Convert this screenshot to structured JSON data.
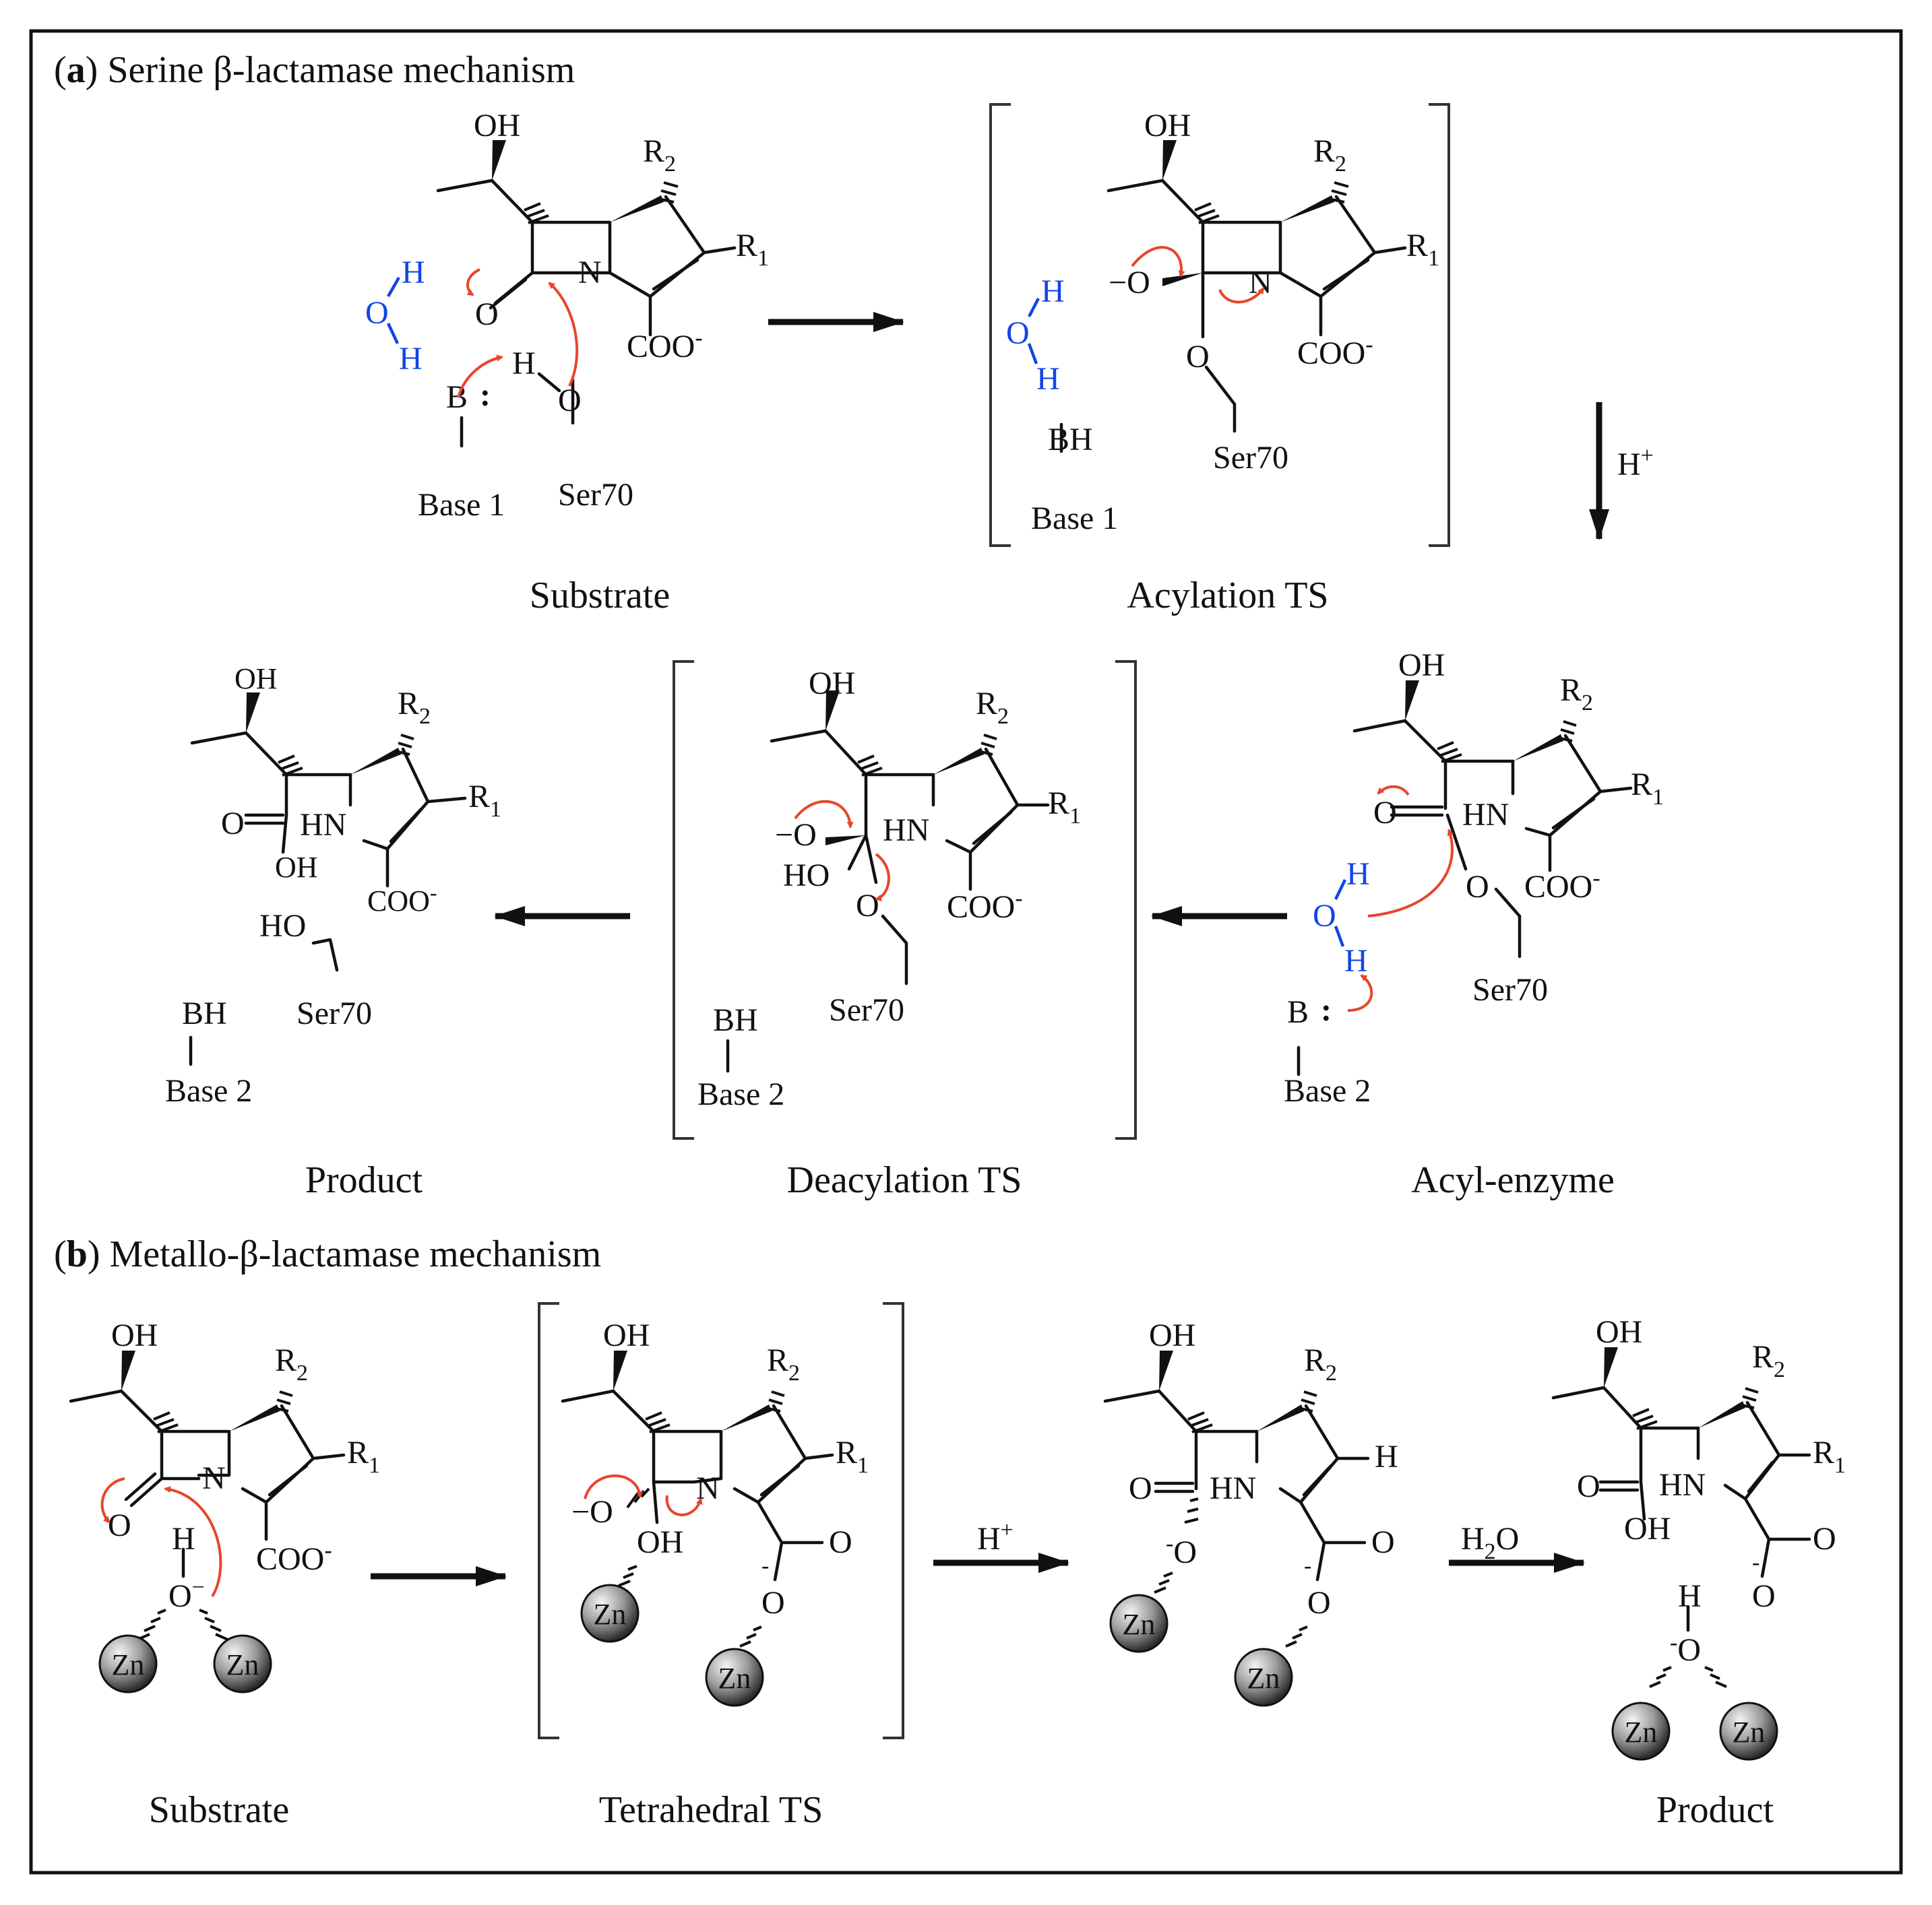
{
  "panel_a": {
    "letter": "a",
    "title": "Serine β-lactamase mechanism",
    "captions": {
      "substrate": "Substrate",
      "acylation_ts": "Acylation TS",
      "acyl_enzyme": "Acyl-enzyme",
      "deacylation_ts": "Deacylation TS",
      "product": "Product"
    },
    "step_label": "H+"
  },
  "panel_b": {
    "letter": "b",
    "title": "Metallo-β-lactamase mechanism",
    "captions": {
      "substrate": "Substrate",
      "tetrahedral_ts": "Tetrahedral TS",
      "product": "Product"
    },
    "step_labels": [
      "H+",
      "H2O"
    ]
  },
  "atoms": {
    "OH": "OH",
    "O": "O",
    "N": "N",
    "HN": "HN",
    "H": "H",
    "HO": "HO",
    "R": "R",
    "R1_sub": "1",
    "R2_sub": "2",
    "COO": "COO",
    "minus": "-",
    "minus_long": "−",
    "B": "B",
    "BH": "BH",
    "colon": ":",
    "base1": "Base 1",
    "base2": "Base 2",
    "ser70": "Ser70",
    "zn": "Zn"
  },
  "colors": {
    "water": "#1245e6",
    "curved_arrow": "#e8452c",
    "text": "#111111"
  }
}
